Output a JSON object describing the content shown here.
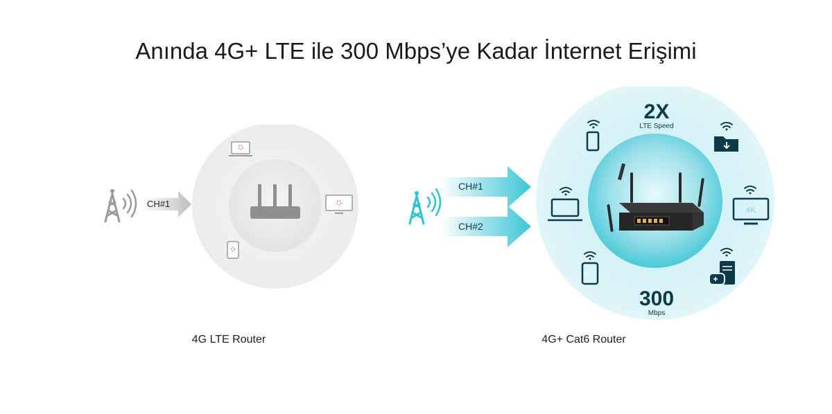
{
  "title": "Anında 4G+ LTE ile 300 Mbps’ye Kadar İnternet Erişimi",
  "left": {
    "caption": "4G LTE Router",
    "channel": "CH#1"
  },
  "right": {
    "caption": "4G+ Cat6 Router",
    "channels": [
      "CH#1",
      "CH#2"
    ],
    "speed_multiplier": "2X",
    "speed_label": "LTE Speed",
    "throughput": "300",
    "throughput_unit": "Mbps",
    "tv_badge": "4K"
  },
  "colors": {
    "accent_teal": "#2bc4d3",
    "ring_light": "#d5f1f6",
    "icon_navy": "#0d3a4a",
    "gray": "#9e9e9e"
  }
}
